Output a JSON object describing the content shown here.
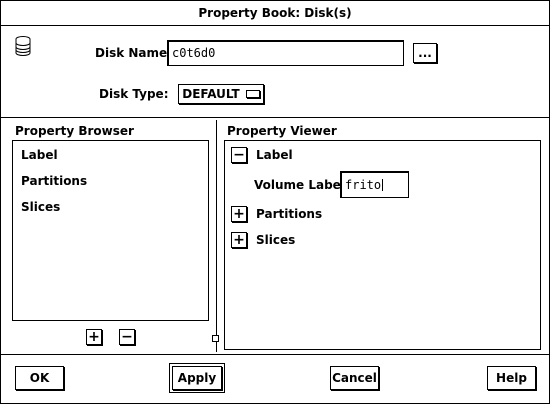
{
  "window": {
    "title": "Property Book: Disk(s)"
  },
  "header": {
    "disk_name_label": "Disk Name:",
    "disk_name_value": "c0t6d0",
    "browse_button": "...",
    "disk_type_label": "Disk Type:",
    "disk_type_value": "DEFAULT"
  },
  "browser": {
    "title": "Property Browser",
    "items": [
      "Label",
      "Partitions",
      "Slices"
    ],
    "add_button": "+",
    "remove_button": "−"
  },
  "viewer": {
    "title": "Property Viewer",
    "sections": [
      {
        "toggle": "−",
        "label": "Label"
      },
      {
        "toggle": "+",
        "label": "Partitions"
      },
      {
        "toggle": "+",
        "label": "Slices"
      }
    ],
    "volume_label_label": "Volume Label:",
    "volume_label_value": "frito"
  },
  "footer": {
    "ok": "OK",
    "apply": "Apply",
    "cancel": "Cancel",
    "help": "Help"
  },
  "icons": {
    "disk": "disk-stack-icon"
  }
}
